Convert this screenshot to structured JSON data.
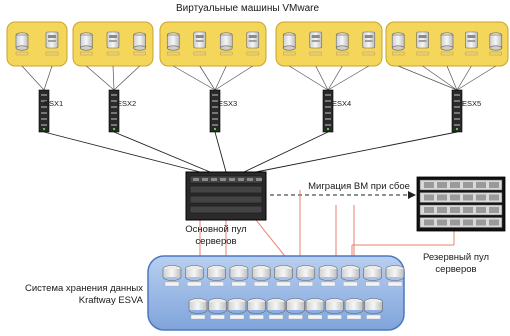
{
  "diagram": {
    "title": "Виртуальные машины VMware",
    "hosts": [
      {
        "label": "ESX1",
        "vms": 2
      },
      {
        "label": "ESX2",
        "vms": 3
      },
      {
        "label": "ESX3",
        "vms": 4
      },
      {
        "label": "ESX4",
        "vms": 4
      },
      {
        "label": "ESX5",
        "vms": 5
      }
    ],
    "migration_label": "Миграция ВМ при сбое",
    "primary_pool_label": "Основной пул серверов",
    "reserve_pool_label": "Резервный пул серверов",
    "storage_label": "Система хранения данных Kraftway ESVA",
    "storage_disks_row1": 11,
    "storage_disks_row2": 10,
    "reserve_units": 4,
    "colors": {
      "vm_panel": "#f3d65a",
      "vm_panel_border": "#c9a42a",
      "storage_fill": "#9bbbe6",
      "storage_border": "#4d78bf",
      "fc_link": "#e4806d",
      "network_link": "#222222",
      "server_dark": "#2a2a2a"
    }
  }
}
